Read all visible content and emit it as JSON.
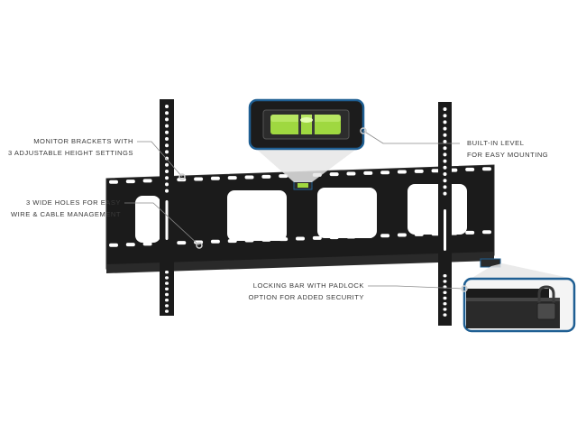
{
  "callouts": {
    "brackets": {
      "line1": "MONITOR BRACKETS WITH",
      "line2": "3 ADJUSTABLE HEIGHT SETTINGS"
    },
    "holes": {
      "line1": "3 WIDE HOLES FOR EASY",
      "line2": "WIRE & CABLE MANAGEMENT"
    },
    "level": {
      "line1": "BUILT-IN LEVEL",
      "line2": "FOR EASY MOUNTING"
    },
    "locking": {
      "line1": "LOCKING BAR WITH PADLOCK",
      "line2": "OPTION FOR ADDED SECURITY"
    }
  },
  "colors": {
    "mount": "#1b1b1b",
    "mount_edge": "#2c2c2c",
    "slot": "#ffffff",
    "callout_line": "#8a8a8a",
    "text": "#3a3a3a",
    "inset_border": "#1f5f93",
    "level_glass": "#9fd840",
    "level_frame": "#2a2a2a"
  }
}
